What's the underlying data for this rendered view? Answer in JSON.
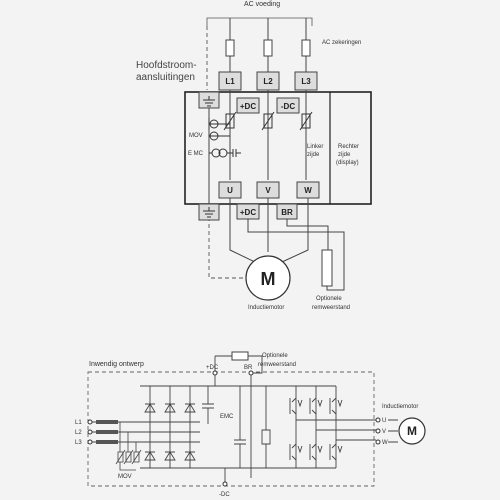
{
  "top": {
    "ac_voeding": "AC voeding",
    "ac_zekeringen": "AC zekeringen",
    "hoofdstroom_line1": "Hoofdstroom-",
    "hoofdstroom_line2": "aansluitingen",
    "terminals_top": [
      "L1",
      "L2",
      "L3"
    ],
    "plus_dc": "+DC",
    "minus_dc": "-DC",
    "mov": "MOV",
    "emc": "E MC",
    "linker_line1": "Linker",
    "linker_line2": "zijde",
    "rechter_line1": "Rechter",
    "rechter_line2": "zijde",
    "rechter_line3": "(display)",
    "terminals_bottom": [
      "U",
      "V",
      "W"
    ],
    "plus_dc_bottom": "+DC",
    "br": "BR",
    "motor_symbol": "M",
    "motor_label": "Inductiemotor",
    "optional_line1": "Optionele",
    "optional_line2": "remweerstand"
  },
  "bottom": {
    "title": "Inwendig ontwerp",
    "plus_dc": "+DC",
    "br": "BR",
    "optional_line1": "Optionele",
    "optional_line2": "remweerstand",
    "emc": "EMC",
    "mov": "MOV",
    "inputs": [
      "L1",
      "L2",
      "L3"
    ],
    "minus_dc": "-DC",
    "motor_label": "Inductiemotor",
    "outputs": [
      "U",
      "V",
      "W"
    ],
    "motor_symbol": "M"
  }
}
